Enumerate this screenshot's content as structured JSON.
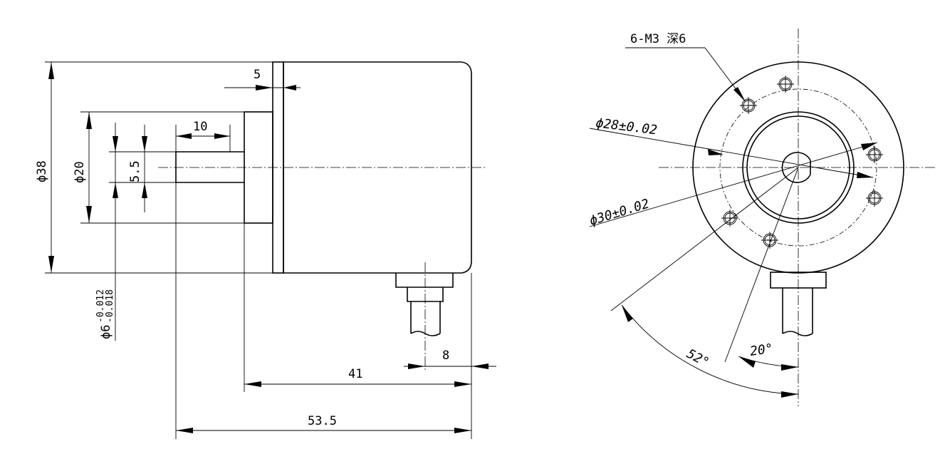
{
  "side_view": {
    "dim_overall_length": "53.5",
    "dim_body_length": "41",
    "dim_cable_offset": "8",
    "dim_flange_thickness": "5",
    "dim_shaft_length": "10",
    "dim_body_diameter": "ϕ38",
    "dim_pilot_diameter": "ϕ20",
    "dim_flat_height": "5.5",
    "dim_shaft_diameter": "ϕ6",
    "tol_upper": "-0.012",
    "tol_lower": "-0.018"
  },
  "front_view": {
    "hole_callout": "6-M3 深6",
    "dim_pcd_28": "ϕ28±0.02",
    "dim_pcd_30": "ϕ30±0.02",
    "angle_20": "20°",
    "angle_52": "52°"
  }
}
